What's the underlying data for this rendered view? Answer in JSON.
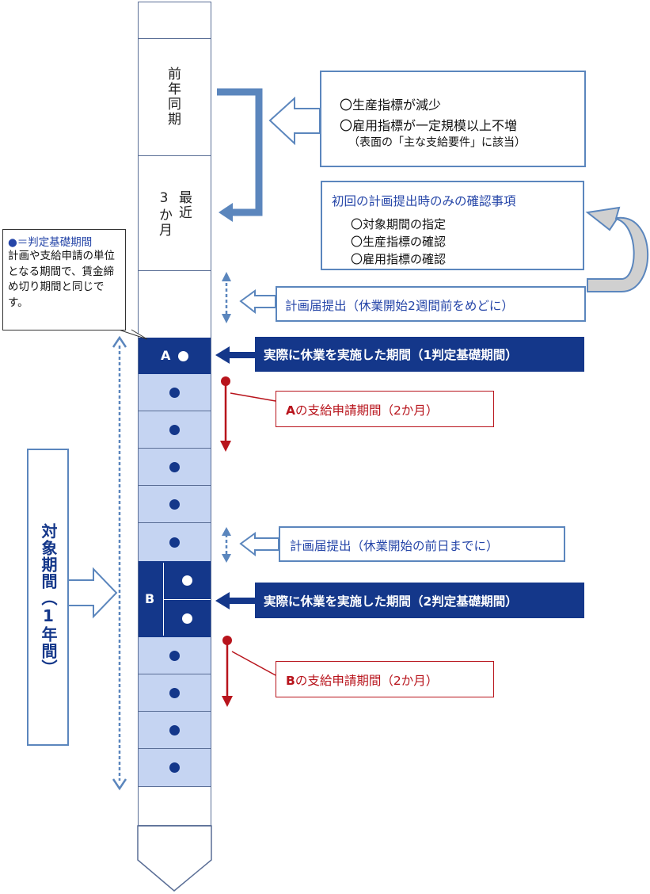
{
  "timeline": {
    "prev_year_label": "前年同期",
    "recent_label_a": "最近",
    "recent_label_b": "3か月",
    "block_a_label": "A",
    "block_b_label": "B"
  },
  "conditions_box": {
    "line1": "〇生産指標が減少",
    "line2": "〇雇用指標が一定規模以上不増",
    "line3": "（表面の「主な支給要件」に該当）"
  },
  "first_plan_box": {
    "title": "初回の計画提出時のみの確認事項",
    "items": [
      "〇対象期間の指定",
      "〇生産指標の確認",
      "〇雇用指標の確認"
    ]
  },
  "legend": {
    "title": "●＝判定基礎期間",
    "body": "計画や支給申請の単位となる期間で、賃金締め切り期間と同じです。"
  },
  "plan_submit_1": "計画届提出（休業開始2週間前をめどに）",
  "actual_1": "実際に休業を実施した期間（1判定基礎期間）",
  "apply_a": {
    "letter": "A",
    "rest": "の支給申請期間（2か月）"
  },
  "plan_submit_2": "計画届提出（休業開始の前日までに）",
  "actual_2": "実際に休業を実施した期間（2判定基礎期間）",
  "apply_b": {
    "letter": "B",
    "rest": "の支給申請期間（2か月）"
  },
  "target_period": "対象期間（1年間）",
  "colors": {
    "navy": "#14378a",
    "light_block": "#c5d4f2",
    "outline_blue": "#5b86bd",
    "arrow_red": "#b8141c",
    "legend_title": "#2646a8"
  }
}
